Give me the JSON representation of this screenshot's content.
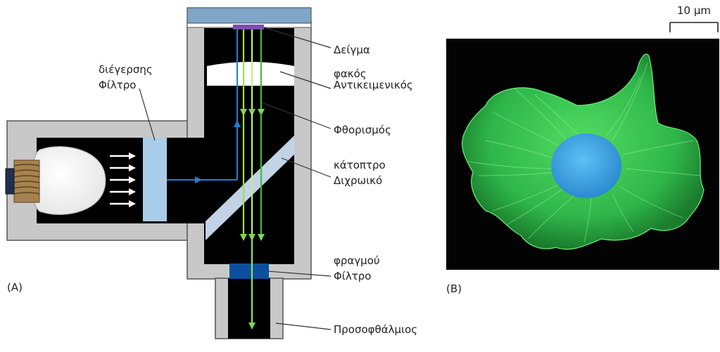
{
  "panels": {
    "a": "(A)",
    "b": "(B)"
  },
  "labels": {
    "sample": "Δείγμα",
    "objective": [
      "Αντικειμενικός",
      "φακός"
    ],
    "beam": "Φθορισμός",
    "dichroic": [
      "Διχρωικό",
      "κάτοπτρο"
    ],
    "excitation": [
      "Φίλτρο",
      "διέγερσης"
    ],
    "barrier": [
      "Φίλτρο",
      "φραγμού"
    ],
    "eyepiece": "Προσοφθάλμιος"
  },
  "scale_bar": "10 μm",
  "colors": {
    "housing_gray": "#c8c8c8",
    "interior_black": "#000000",
    "stage_blue": "#7ea6c8",
    "sample_purple": "#7a4fb0",
    "filter_lightblue": "#a9cde9",
    "barrier_blue": "#0b4f9e",
    "excitation_ray": "#1e7fd6",
    "green_ray_light": "#9be05a",
    "green_ray_dark": "#3fbf3a",
    "cell_green": "#3ecf55",
    "nucleus_blue": "#3fa6e6"
  },
  "icons": [
    "light-bulb-icon",
    "arrow-right-icon"
  ]
}
